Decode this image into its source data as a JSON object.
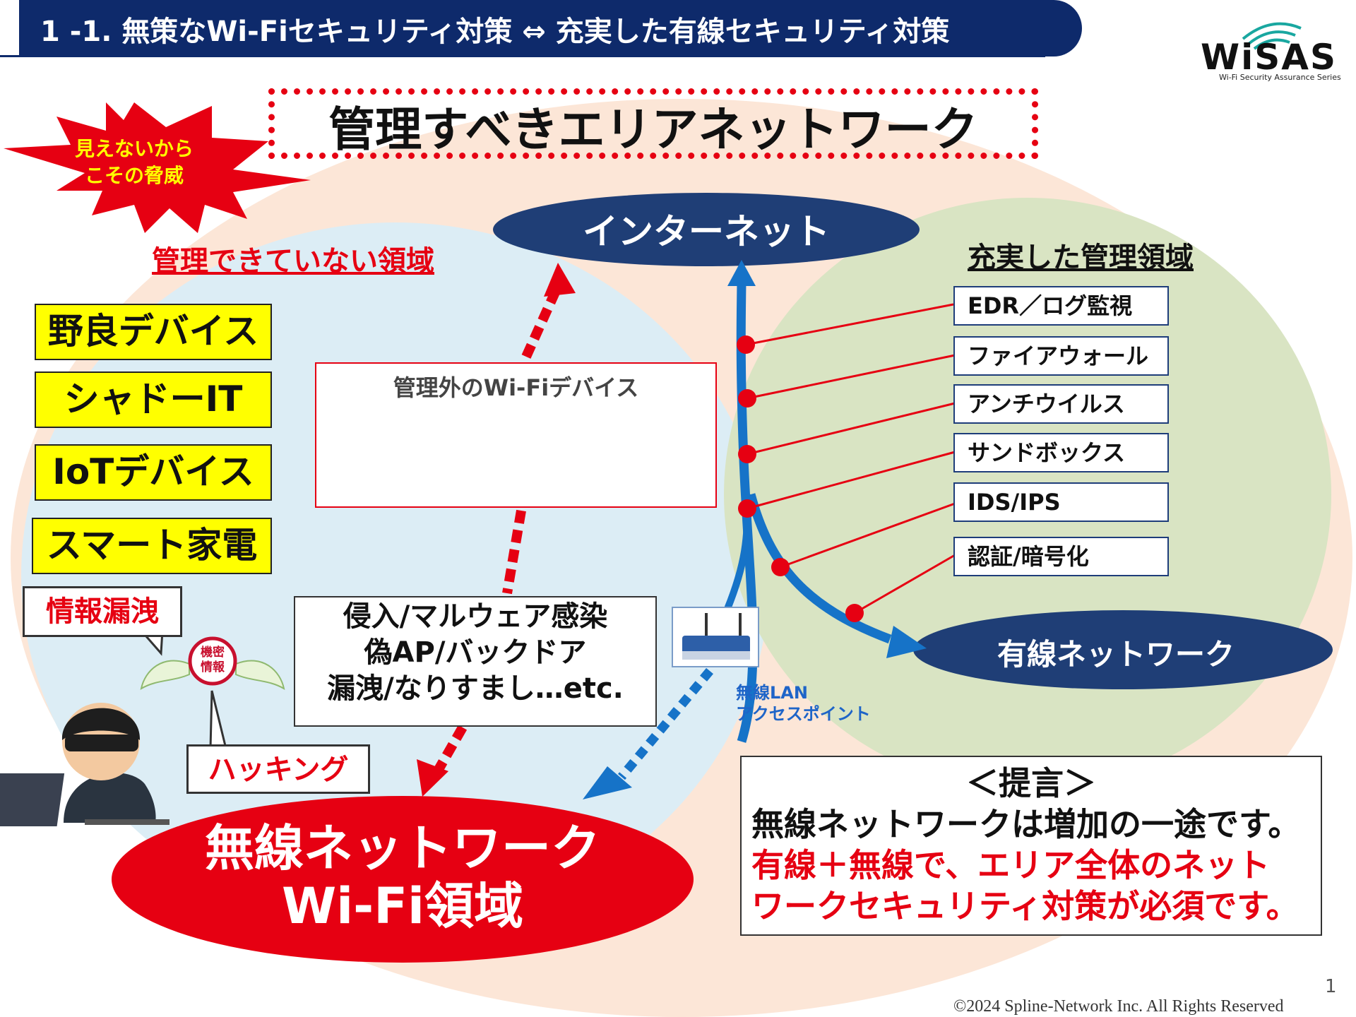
{
  "header": {
    "title": "1 -1. 無策なWi-Fiセキュリティ対策 ⇔ 充実した有線セキュリティ対策"
  },
  "logo": {
    "name": "WiSAS",
    "tagline": "Wi-Fi Security Assurance Series"
  },
  "main_title": "管理すべきエリアネットワーク",
  "burst": {
    "line1": "見えないから",
    "line2": "こその脅威"
  },
  "internet_label": "インターネット",
  "wired_label": "有線ネットワーク",
  "unmanaged": {
    "title": "管理できていない領域",
    "items": [
      "野良デバイス",
      "シャドーIT",
      "IoTデバイス",
      "スマート家電"
    ]
  },
  "managed": {
    "title": "充実した管理領域",
    "items": [
      "EDR／ログ監視",
      "ファイアウォール",
      "アンチウイルス",
      "サンドボックス",
      "IDS/IPS",
      "認証/暗号化"
    ]
  },
  "device_box": {
    "title": "管理外のWi-Fiデバイス"
  },
  "threats": {
    "line1": "侵入/マルウェア感染",
    "line2": "偽AP/バックドア",
    "line3": "漏洩/なりすまし…etc."
  },
  "access_point": {
    "line1": "無線LAN",
    "line2": "アクセスポイント"
  },
  "wifi_area": {
    "line1": "無線ネットワーク",
    "line2": "Wi-Fi領域"
  },
  "proposal": {
    "head": "＜提言＞",
    "line1": "無線ネットワークは増加の一途です。",
    "line2": "有線＋無線で、エリア全体のネット",
    "line3": "ワークセキュリティ対策が必須です。"
  },
  "callouts": {
    "leak": "情報漏洩",
    "hacking": "ハッキング",
    "secret1": "機密",
    "secret2": "情報"
  },
  "footer": {
    "page": "1",
    "copyright": "©2024  Spline-Network  Inc. All Rights Reserved"
  },
  "colors": {
    "navy": "#0e2a6b",
    "red": "#e60012",
    "blue_arrow": "#1673c8",
    "yellow": "#ffff00",
    "peach": "#fce4d6",
    "light_blue": "#dff0f7",
    "light_green": "#d9e5c4"
  }
}
